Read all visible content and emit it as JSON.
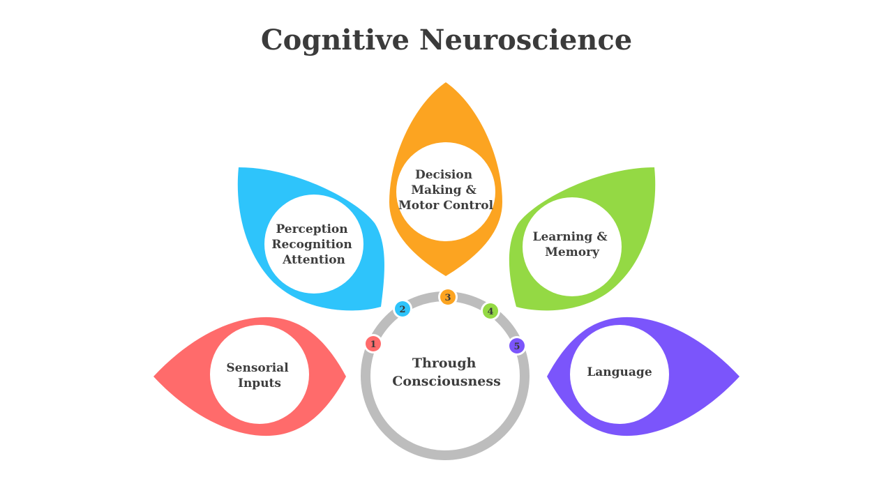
{
  "title": "Cognitive Neuroscience",
  "center": {
    "lines": [
      "Through",
      "Consciousness"
    ],
    "ring_color": "#bdbdbd"
  },
  "items": [
    {
      "number": "1",
      "lines": [
        "Sensorial",
        "Inputs"
      ],
      "color": "#ff6b6b"
    },
    {
      "number": "2",
      "lines": [
        "Perception",
        "Recognition",
        "Attention"
      ],
      "color": "#2ec4fb"
    },
    {
      "number": "3",
      "lines": [
        "Decision",
        "Making &",
        "Motor Control"
      ],
      "color": "#fca421"
    },
    {
      "number": "4",
      "lines": [
        "Learning &",
        "Memory"
      ],
      "color": "#94d944"
    },
    {
      "number": "5",
      "lines": [
        "Language"
      ],
      "color": "#7b55fb"
    }
  ]
}
